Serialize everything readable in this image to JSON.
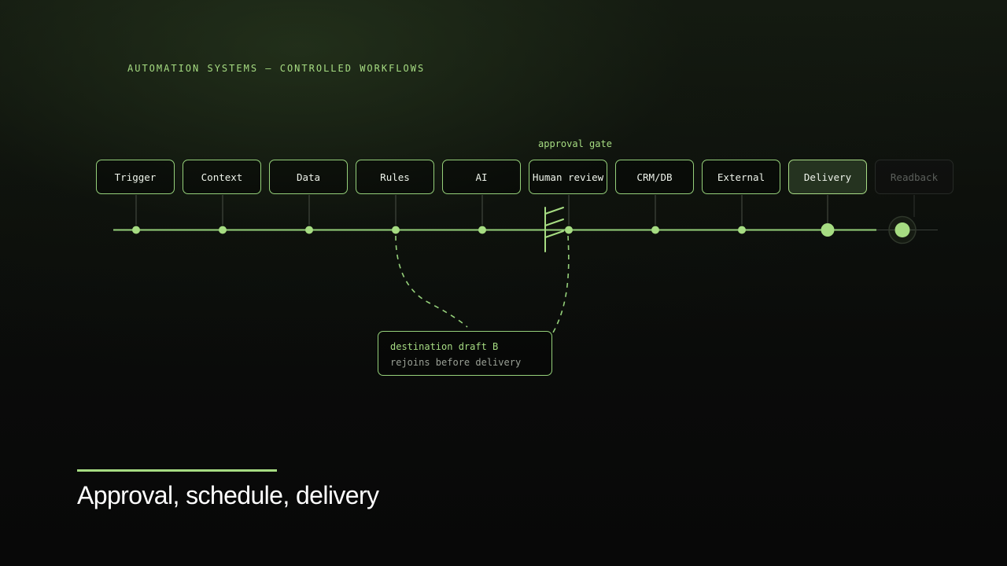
{
  "header": {
    "kicker": "AUTOMATION SYSTEMS — CONTROLLED WORKFLOWS"
  },
  "pipeline": {
    "gate_label": "approval gate",
    "stages": [
      {
        "label": "Trigger",
        "state": "default"
      },
      {
        "label": "Context",
        "state": "default"
      },
      {
        "label": "Data",
        "state": "default"
      },
      {
        "label": "Rules",
        "state": "default"
      },
      {
        "label": "AI",
        "state": "default"
      },
      {
        "label": "Human review",
        "state": "default"
      },
      {
        "label": "CRM/DB",
        "state": "default"
      },
      {
        "label": "External",
        "state": "default"
      },
      {
        "label": "Delivery",
        "state": "active"
      },
      {
        "label": "Readback",
        "state": "muted"
      }
    ]
  },
  "branch": {
    "title": "destination draft B",
    "subtitle": "rejoins before delivery"
  },
  "footer": {
    "title": "Approval, schedule, delivery"
  },
  "colors": {
    "accent": "#a6dc82",
    "line": "#95d07a",
    "muted": "#3a3f3a"
  }
}
